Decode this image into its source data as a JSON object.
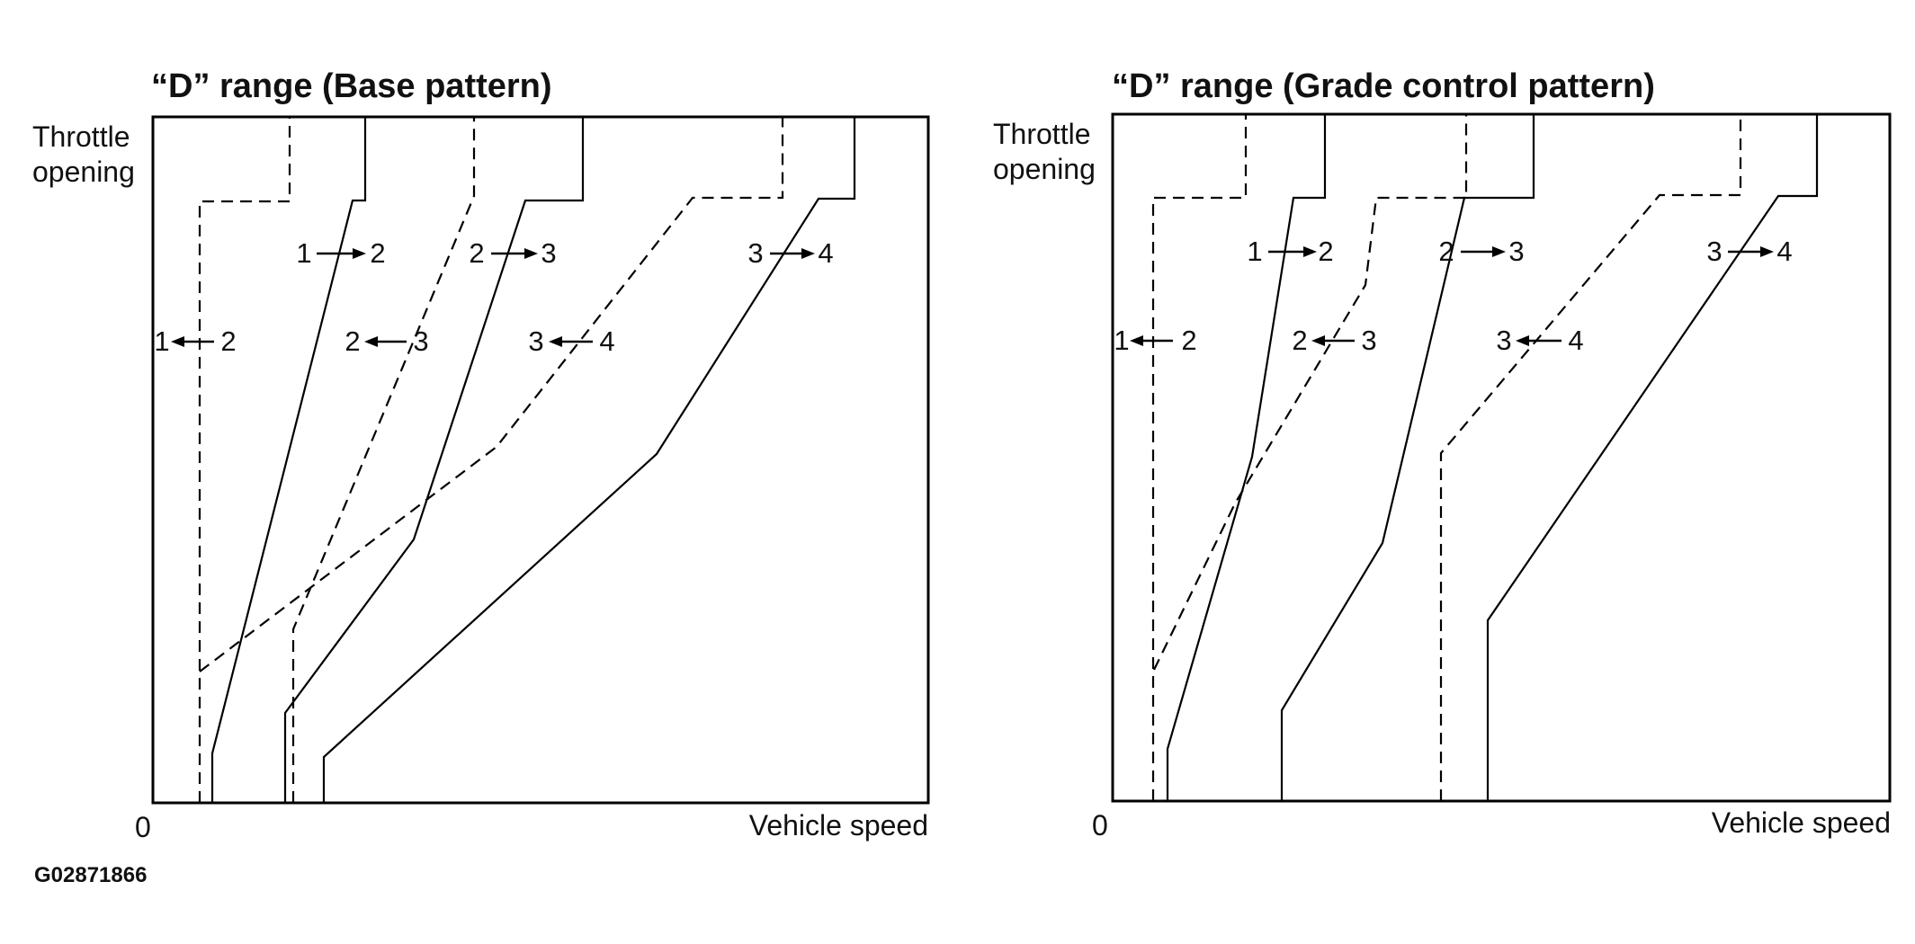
{
  "figure_code": "G02871866",
  "panels": [
    {
      "title": "“D” range (Base pattern)",
      "y_label_line1": "Throttle",
      "y_label_line2": "opening",
      "x_label": "Vehicle speed",
      "origin_label": "0",
      "shift_labels": [
        {
          "from": "1",
          "to": "2",
          "direction": "up"
        },
        {
          "from": "2",
          "to": "3",
          "direction": "up"
        },
        {
          "from": "3",
          "to": "4",
          "direction": "up"
        },
        {
          "from": "1",
          "to": "2",
          "direction": "down"
        },
        {
          "from": "2",
          "to": "3",
          "direction": "down"
        },
        {
          "from": "3",
          "to": "4",
          "direction": "down"
        }
      ]
    },
    {
      "title": "“D” range (Grade control pattern)",
      "y_label_line1": "Throttle",
      "y_label_line2": "opening",
      "x_label": "Vehicle speed",
      "origin_label": "0",
      "shift_labels": [
        {
          "from": "1",
          "to": "2",
          "direction": "up"
        },
        {
          "from": "2",
          "to": "3",
          "direction": "up"
        },
        {
          "from": "3",
          "to": "4",
          "direction": "up"
        },
        {
          "from": "1",
          "to": "2",
          "direction": "down"
        },
        {
          "from": "2",
          "to": "3",
          "direction": "down"
        },
        {
          "from": "3",
          "to": "4",
          "direction": "down"
        }
      ]
    }
  ]
}
